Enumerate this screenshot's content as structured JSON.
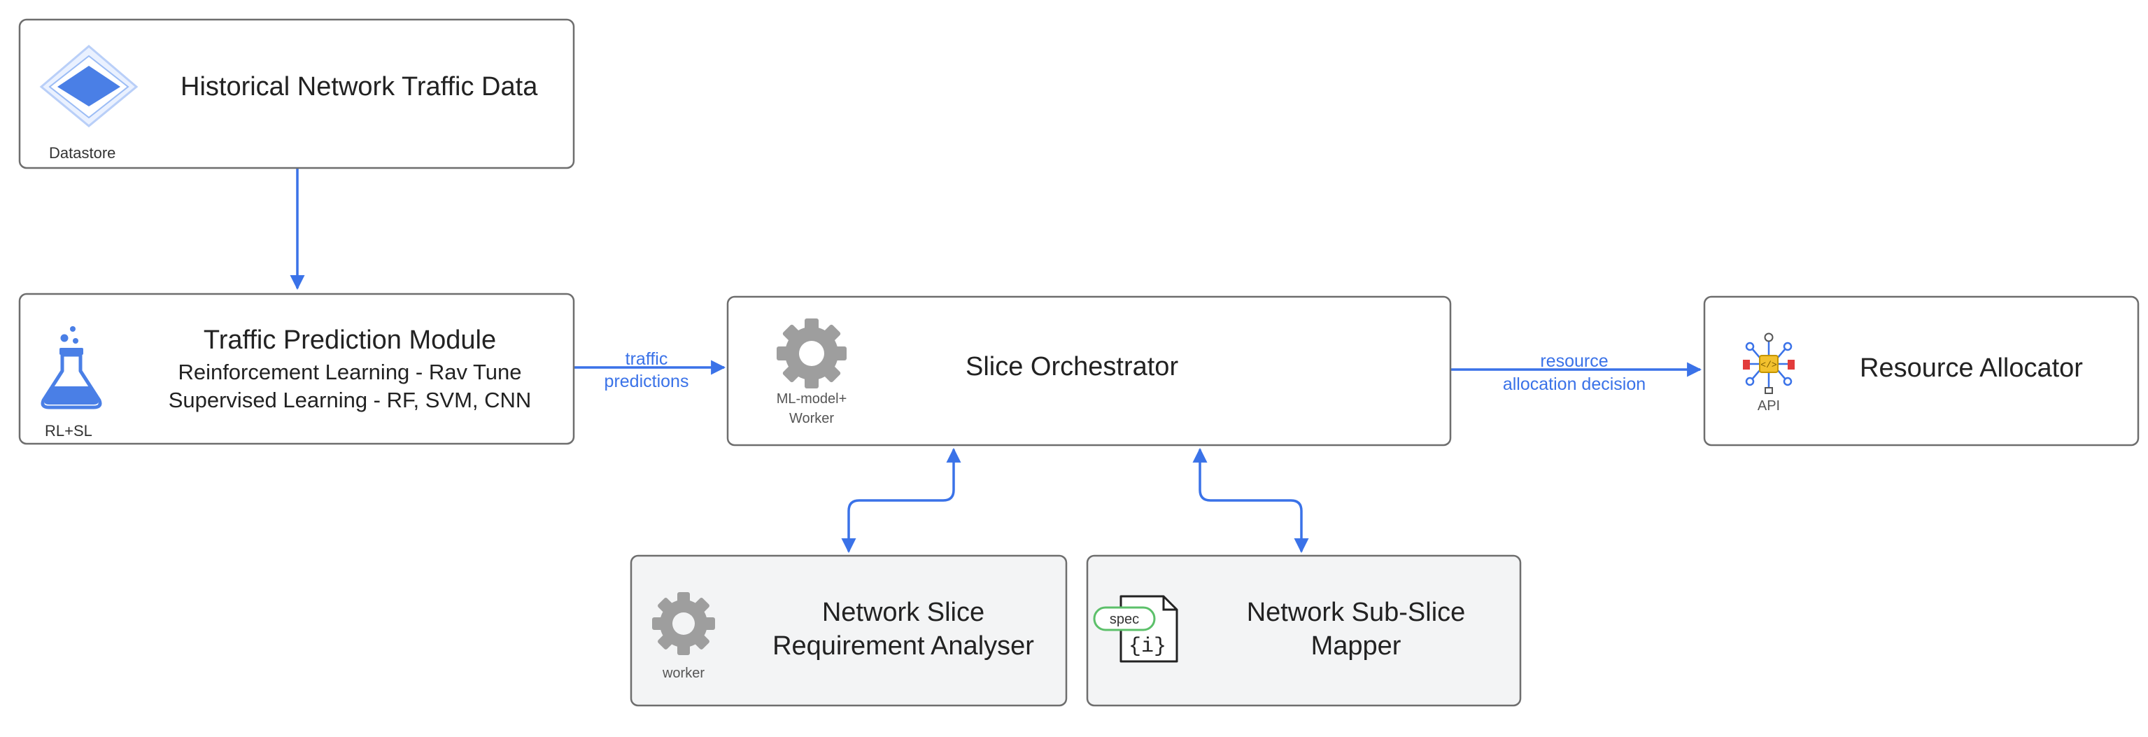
{
  "nodes": {
    "historical": {
      "title": "Historical Network Traffic Data",
      "icon": "datastore-icon",
      "icon_label": "Datastore"
    },
    "prediction": {
      "title": "Traffic Prediction Module",
      "lines": [
        "Reinforcement Learning - Rav Tune",
        "Supervised Learning - RF, SVM, CNN"
      ],
      "icon": "flask-icon",
      "icon_label": "RL+SL"
    },
    "orchestrator": {
      "title": "Slice Orchestrator",
      "icon": "gear-icon",
      "icon_label": [
        "ML-model+",
        "Worker"
      ]
    },
    "allocator": {
      "title": "Resource Allocator",
      "icon": "api-icon",
      "icon_label": "API"
    },
    "analyser": {
      "title": [
        "Network Slice",
        "Requirement Analyser"
      ],
      "icon": "gear-icon",
      "icon_label": "worker"
    },
    "mapper": {
      "title": [
        "Network Sub-Slice",
        "Mapper"
      ],
      "icon": "spec-document-icon",
      "icon_label": "spec",
      "icon_glyph": "{i}"
    }
  },
  "edges": {
    "predictions": [
      "traffic",
      "predictions"
    ],
    "decision": [
      "resource",
      "allocation decision"
    ]
  },
  "colors": {
    "edge": "#3a72e8",
    "box_border": "#6e6e6e",
    "grey_fill": "#f3f4f5",
    "datastore_blue": "#4a7fe6",
    "spec_green": "#5cc06a"
  }
}
